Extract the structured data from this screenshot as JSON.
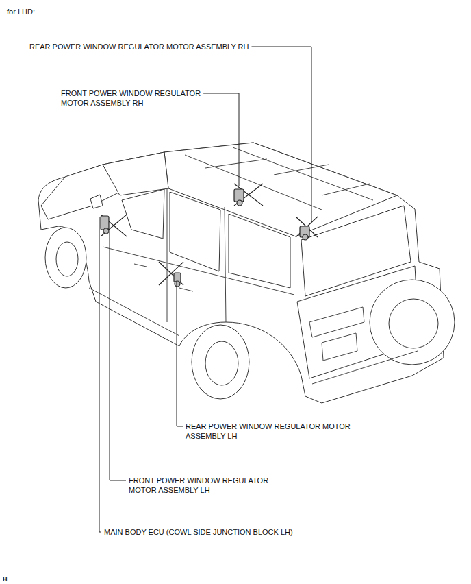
{
  "diagram": {
    "title": "for LHD:",
    "labels": [
      "REAR POWER WINDOW REGULATOR MOTOR ASSEMBLY RH",
      "FRONT POWER WINDOW REGULATOR MOTOR ASSEMBLY RH",
      "REAR POWER WINDOW REGULATOR MOTOR ASSEMBLY LH",
      "FRONT POWER WINDOW REGULATOR MOTOR ASSEMBLY LH",
      "MAIN BODY ECU (COWL SIDE JUNCTION BLOCK LH)",
      "H"
    ]
  }
}
